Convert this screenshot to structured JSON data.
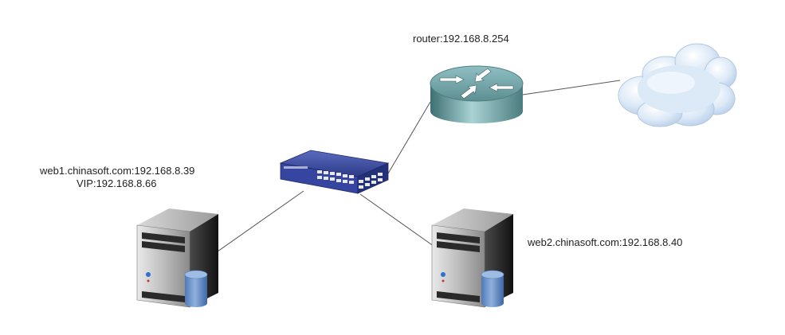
{
  "nodes": {
    "router": {
      "label": "router:192.168.8.254",
      "icon": "router-icon"
    },
    "switch": {
      "icon": "network-switch-icon"
    },
    "internet": {
      "icon": "cloud-icon"
    },
    "web1": {
      "label": "web1.chinasoft.com:192.168.8.39",
      "vip": "VIP:192.168.8.66",
      "icon": "server-icon"
    },
    "web2": {
      "label": "web2.chinasoft.com:192.168.8.40",
      "icon": "server-icon"
    }
  },
  "links": [
    {
      "from": "router",
      "to": "internet"
    },
    {
      "from": "router",
      "to": "switch"
    },
    {
      "from": "switch",
      "to": "web1"
    },
    {
      "from": "switch",
      "to": "web2"
    }
  ],
  "colors": {
    "router_body": "#6fa0a3",
    "switch_body": "#34438f",
    "cloud": "#d3e4f5",
    "server_body": "#1f1f1f",
    "database": "#6b93c9",
    "link": "#555555"
  }
}
